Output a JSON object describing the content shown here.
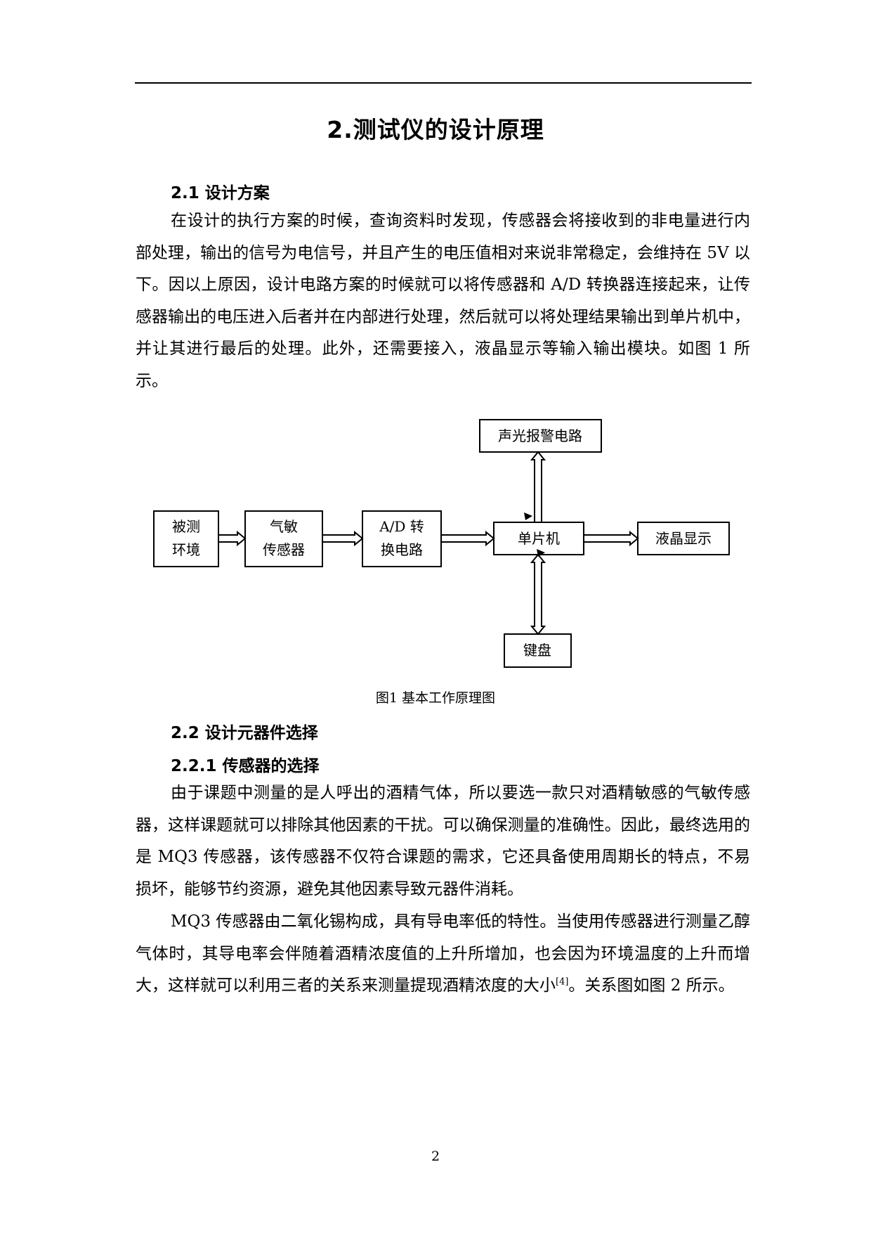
{
  "page": {
    "chapter_title": "2.测试仪的设计原理",
    "page_number": "2"
  },
  "section_2_1": {
    "heading": "2.1 设计方案",
    "paragraph": "在设计的执行方案的时候，查询资料时发现，传感器会将接收到的非电量进行内部处理，输出的信号为电信号，并且产生的电压值相对来说非常稳定，会维持在 5V 以下。因以上原因，设计电路方案的时候就可以将传感器和 A/D 转换器连接起来，让传感器输出的电压进入后者并在内部进行处理，然后就可以将处理结果输出到单片机中，并让其进行最后的处理。此外，还需要接入，液晶显示等输入输出模块。如图 1 所示。"
  },
  "figure1": {
    "boxes": {
      "env_line1": "被测",
      "env_line2": "环境",
      "gas_line1": "气敏",
      "gas_line2": "传感器",
      "ad_line1": "A/D 转",
      "ad_line2": "换电路",
      "mcu": "单片机",
      "lcd": "液晶显示",
      "alarm": "声光报警电路",
      "keyboard": "键盘"
    },
    "caption": "图1 基本工作原理图"
  },
  "section_2_2": {
    "heading": "2.2 设计元器件选择",
    "sub_heading": "2.2.1 传感器的选择",
    "paragraph1": "由于课题中测量的是人呼出的酒精气体，所以要选一款只对酒精敏感的气敏传感器，这样课题就可以排除其他因素的干扰。可以确保测量的准确性。因此，最终选用的是 MQ3 传感器，该传感器不仅符合课题的需求，它还具备使用周期长的特点，不易损坏，能够节约资源，避免其他因素导致元器件消耗。",
    "paragraph2": "MQ3 传感器由二氧化锡构成，具有导电率低的特性。当使用传感器进行测量乙醇气体时，其导电率会伴随着酒精浓度值的上升所增加，也会因为环境温度的上升而增大，这样就可以利用三者的关系来测量提现酒精浓度的大小",
    "paragraph2_ref": "[4]",
    "paragraph2_end": "。关系图如图 2 所示。"
  }
}
